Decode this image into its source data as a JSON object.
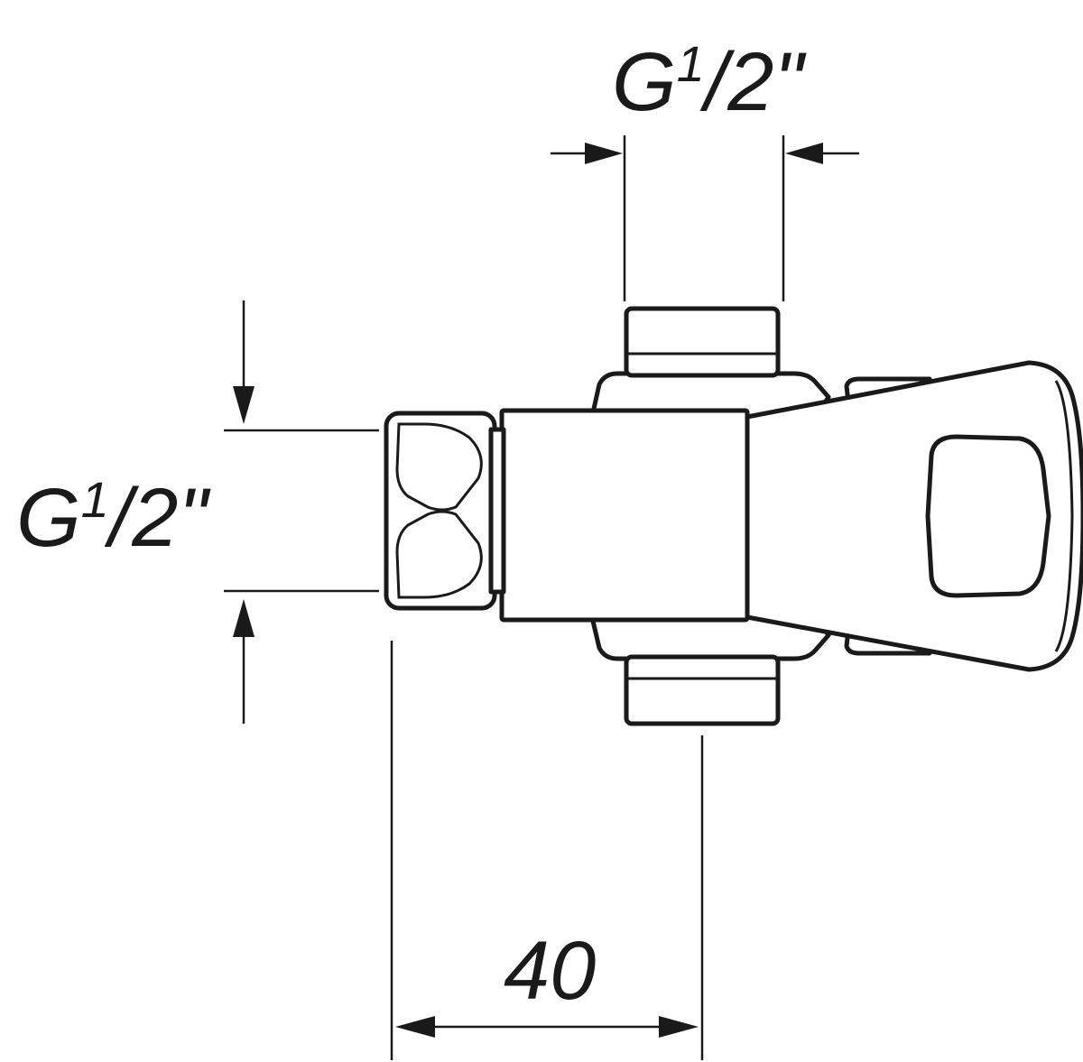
{
  "dimensions": {
    "top_thread": {
      "prefix": "G",
      "numerator": "1",
      "rest": "/2\""
    },
    "side_thread": {
      "prefix": "G",
      "numerator": "1",
      "rest": "/2\""
    },
    "length": {
      "value": "40"
    }
  },
  "colors": {
    "line": "#1a1a1a",
    "background": "#ffffff"
  }
}
